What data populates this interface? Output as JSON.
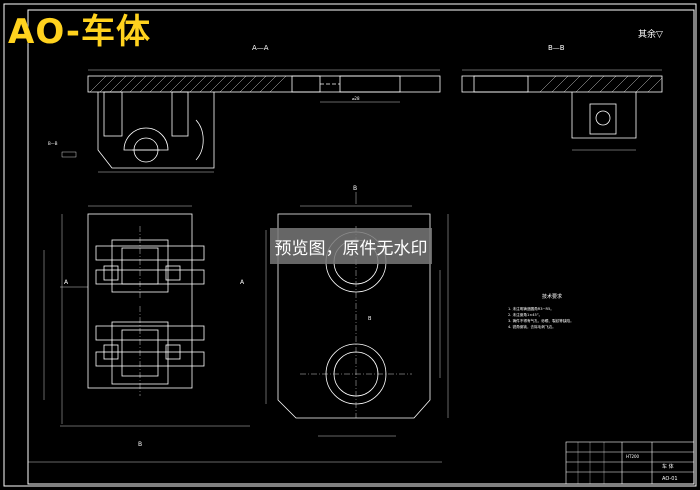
{
  "banner": {
    "title": "AO-车体"
  },
  "watermark": {
    "text": "预览图，原件无水印"
  },
  "corner_note": {
    "text": "其余▽"
  },
  "views": {
    "section_aa": "A—A",
    "section_bb": "B—B",
    "label_a": "A",
    "label_b": "B"
  },
  "tech": {
    "heading": "技术要求",
    "items": [
      "1. 未注明铸造圆角R3~R5。",
      "2. 未注倒角1×45°。",
      "3. 铸件不得有气孔、砂眼、裂纹等缺陷。",
      "4. 锐角倒钝，去除毛刺飞边。"
    ]
  },
  "title_block": {
    "part_name": "车 体",
    "drawing_no": "AO-01",
    "material": "HT200"
  },
  "colors": {
    "background": "#000000",
    "line": "#ffffff",
    "banner": "#ffd21e",
    "watermark_bg": "#787878"
  }
}
